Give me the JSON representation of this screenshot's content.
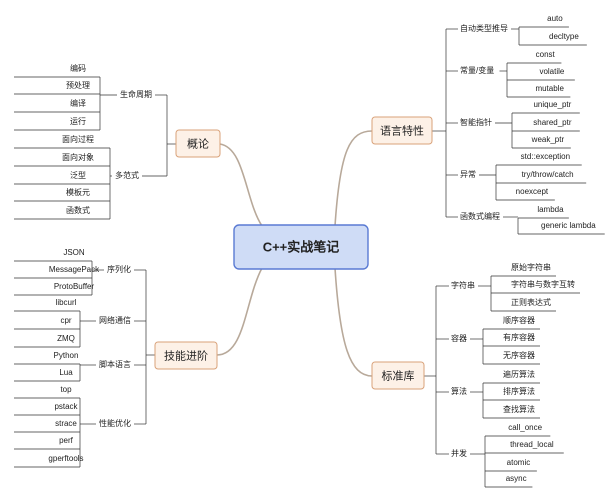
{
  "root": {
    "label": "C++实战笔记"
  },
  "topics": [
    {
      "id": "gainian",
      "label": "概论",
      "groups": [
        {
          "label": "生命周期",
          "leaves": [
            "编码",
            "预处理",
            "编译",
            "运行"
          ]
        },
        {
          "label": "多范式",
          "leaves": [
            "面向过程",
            "面向对象",
            "泛型",
            "模板元",
            "函数式"
          ]
        }
      ]
    },
    {
      "id": "yuyan",
      "label": "语言特性",
      "groups": [
        {
          "label": "自动类型推导",
          "leaves": [
            "auto",
            "decltype"
          ]
        },
        {
          "label": "常量/变量",
          "leaves": [
            "const",
            "volatile",
            "mutable"
          ]
        },
        {
          "label": "智能指针",
          "leaves": [
            "unique_ptr",
            "shared_ptr",
            "weak_ptr"
          ]
        },
        {
          "label": "异常",
          "leaves": [
            "std::exception",
            "try/throw/catch",
            "noexcept"
          ]
        },
        {
          "label": "函数式编程",
          "leaves": [
            "lambda",
            "generic lambda"
          ]
        }
      ]
    },
    {
      "id": "jineng",
      "label": "技能进阶",
      "groups": [
        {
          "label": "序列化",
          "leaves": [
            "JSON",
            "MessagePack",
            "ProtoBuffer"
          ]
        },
        {
          "label": "网络通信",
          "leaves": [
            "libcurl",
            "cpr",
            "ZMQ"
          ]
        },
        {
          "label": "脚本语言",
          "leaves": [
            "Python",
            "Lua"
          ]
        },
        {
          "label": "性能优化",
          "leaves": [
            "top",
            "pstack",
            "strace",
            "perf",
            "gperftools"
          ]
        }
      ]
    },
    {
      "id": "biaozhun",
      "label": "标准库",
      "groups": [
        {
          "label": "字符串",
          "leaves": [
            "原始字符串",
            "字符串与数字互转",
            "正则表达式"
          ]
        },
        {
          "label": "容器",
          "leaves": [
            "顺序容器",
            "有序容器",
            "无序容器"
          ]
        },
        {
          "label": "算法",
          "leaves": [
            "遍历算法",
            "排序算法",
            "查找算法"
          ]
        },
        {
          "label": "并发",
          "leaves": [
            "call_once",
            "thread_local",
            "atomic",
            "async"
          ]
        }
      ]
    }
  ]
}
